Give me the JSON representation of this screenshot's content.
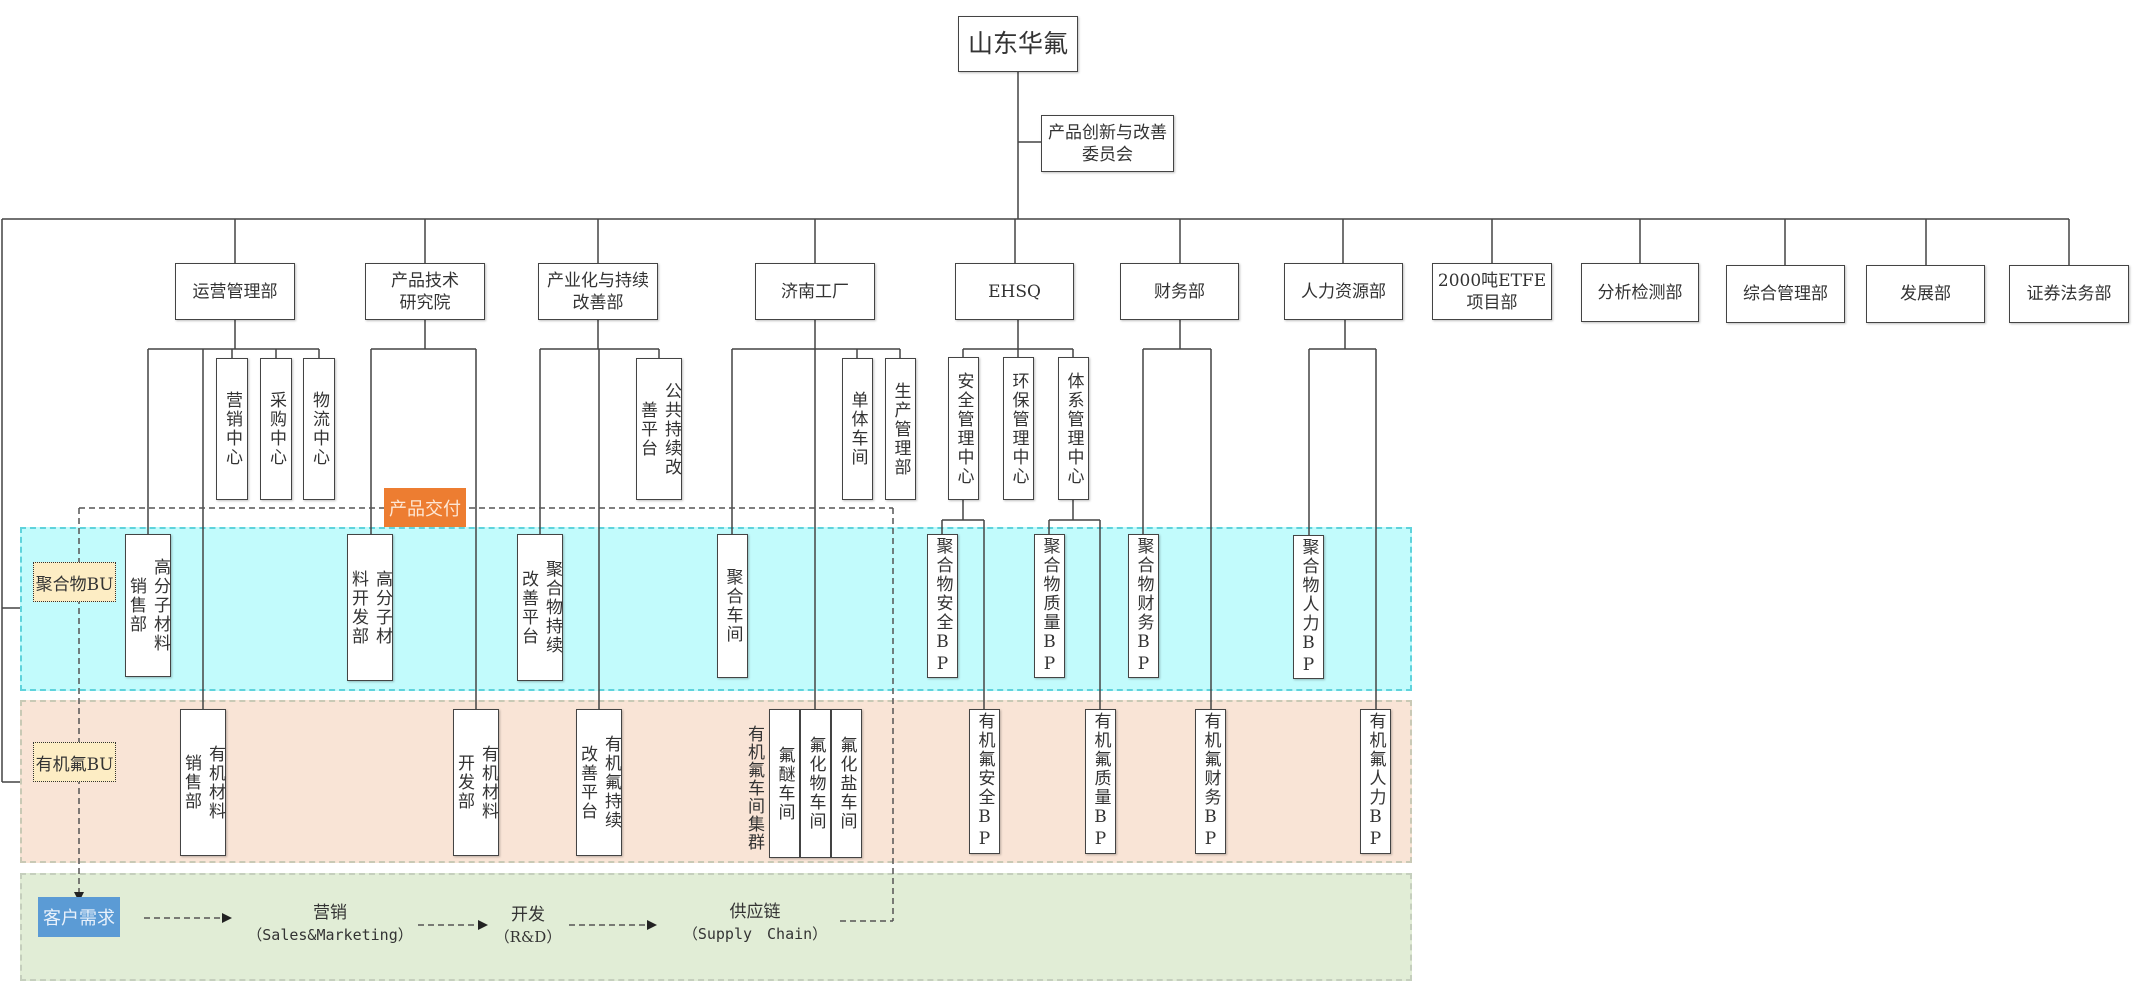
{
  "root": {
    "title": "山东华氟"
  },
  "committee": {
    "label": "产品创新与改善委员会",
    "lines": [
      "产品创新与改善",
      "委员会"
    ]
  },
  "departments": [
    {
      "id": "ops",
      "lines": [
        "运营管理部"
      ]
    },
    {
      "id": "tech",
      "lines": [
        "产品技术",
        "研究院"
      ]
    },
    {
      "id": "ind",
      "lines": [
        "产业化与持续",
        "改善部"
      ]
    },
    {
      "id": "jinan",
      "lines": [
        "济南工厂"
      ]
    },
    {
      "id": "ehsq",
      "lines": [
        "EHSQ"
      ]
    },
    {
      "id": "fin",
      "lines": [
        "财务部"
      ]
    },
    {
      "id": "hr",
      "lines": [
        "人力资源部"
      ]
    },
    {
      "id": "etfe",
      "lines": [
        "2000吨ETFE",
        "项目部"
      ]
    },
    {
      "id": "analysis",
      "lines": [
        "分析检测部"
      ]
    },
    {
      "id": "general",
      "lines": [
        "综合管理部"
      ]
    },
    {
      "id": "dev",
      "lines": [
        "发展部"
      ]
    },
    {
      "id": "legal",
      "lines": [
        "证券法务部"
      ]
    }
  ],
  "sub_units": {
    "ops": [
      "营销中心",
      "采购中心",
      "物流中心"
    ],
    "ind": [
      "公共持续改善平台"
    ],
    "jinan": [
      "单体车间",
      "生产管理部"
    ],
    "ehsq": [
      "安全管理中心",
      "环保管理中心",
      "体系管理中心"
    ]
  },
  "bu": {
    "polymer": {
      "label": "聚合物BU",
      "units": [
        "高分子材料销售部",
        "高分子材料开发部",
        "聚合物持续改善平台",
        "聚合车间",
        "聚合物安全BP",
        "聚合物质量BP",
        "聚合物财务BP",
        "聚合物人力BP"
      ]
    },
    "organic": {
      "label": "有机氟BU",
      "units": [
        "有机材料销售部",
        "有机材料开发部",
        "有机氟持续改善平台",
        "有机氟安全BP",
        "有机氟质量BP",
        "有机氟财务BP",
        "有机氟人力BP"
      ],
      "cluster_label": "有机氟车间集群",
      "cluster_units": [
        "氟醚车间",
        "氟化物车间",
        "氟化盐车间"
      ]
    }
  },
  "product_delivery": {
    "label": "产品交付",
    "color": "#ed7d31"
  },
  "value_chain": {
    "start": {
      "label": "客户需求",
      "color": "#5b9bd5"
    },
    "steps": [
      {
        "zh": "营销",
        "en": "（Sales&Marketing）"
      },
      {
        "zh": "开发",
        "en": "（R&D）"
      },
      {
        "zh": "供应链",
        "en": "（Supply　Chain）"
      }
    ]
  },
  "colors": {
    "polymer_band": "#c2fbfc",
    "organic_band": "#f9e4d6",
    "flow_band": "#e1edd6",
    "bu_label": "#fdedc4"
  }
}
